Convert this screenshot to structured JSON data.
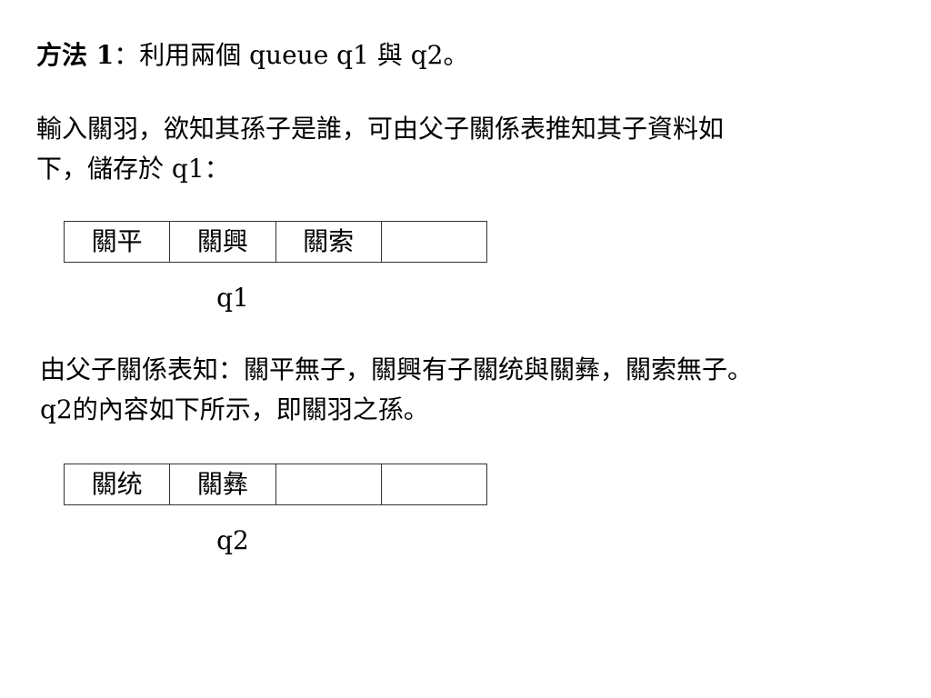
{
  "method": {
    "label": "方法 1",
    "rest": "：利用兩個 queue q1 與 q2。"
  },
  "para1": {
    "line1": "輸入關羽，欲知其孫子是誰，可由父子關係表推知其子資料如",
    "line2": "下，儲存於  q1："
  },
  "q1": {
    "cells": [
      "關平",
      "關興",
      "關索",
      ""
    ],
    "label": "q1"
  },
  "para2": {
    "line1": "由父子關係表知：關平無子，關興有子關统與關彝，關索無子。",
    "line2": "q2的內容如下所示，即關羽之孫。"
  },
  "q2": {
    "cells": [
      "關统",
      "關彝",
      "",
      ""
    ],
    "label": "q2"
  }
}
